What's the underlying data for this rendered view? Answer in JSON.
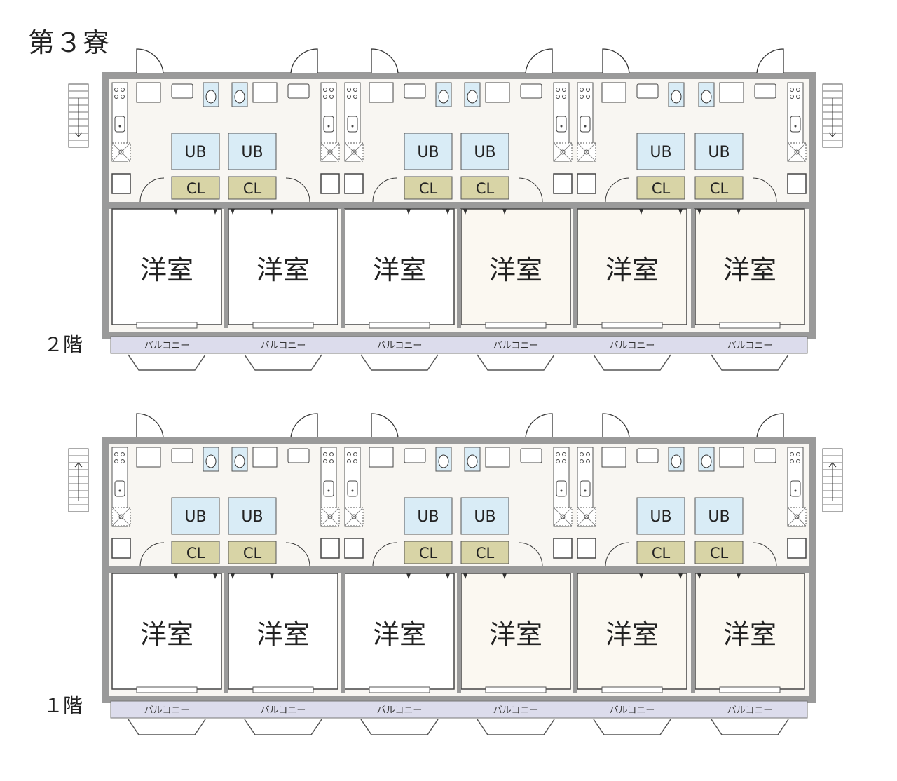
{
  "building_title": "第３寮",
  "floors": [
    {
      "label": "２階",
      "stair_arrow": "down-arrow-icon"
    },
    {
      "label": "１階",
      "stair_arrow": "up-arrow-icon"
    }
  ],
  "room_labels": {
    "western_room": "洋室",
    "bath": "UB",
    "closet": "CL",
    "balcony": "バルコニー"
  },
  "colors": {
    "wall": "#9a9a9a",
    "floor_corridor": "#f8f6f2",
    "room_floor": "#ffffff",
    "bath_fill": "#d9ecf6",
    "closet_fill": "#d8d4a6",
    "balcony_fill": "#dcdcec"
  }
}
